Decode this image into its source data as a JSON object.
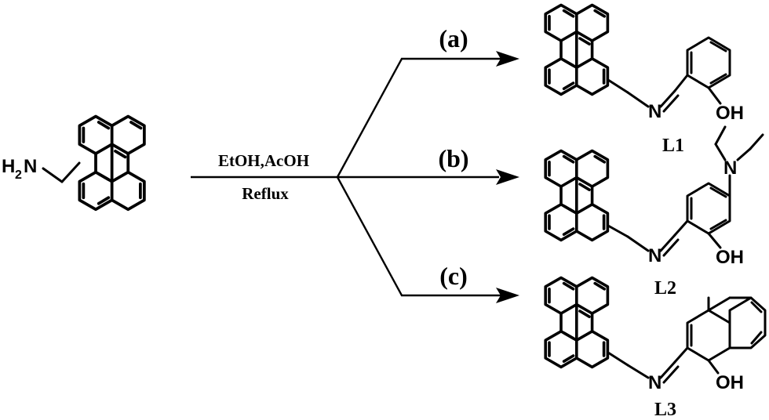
{
  "reagent": {
    "amine_left": "H",
    "amine_sub": "2",
    "amine_right": "N"
  },
  "conditions": {
    "solvent": "EtOH,AcOH",
    "mode": "Reflux"
  },
  "steps": {
    "a": "(a)",
    "b": "(b)",
    "c": "(c)"
  },
  "atoms": {
    "l1_n": "N",
    "l1_oh": "OH",
    "l2_n": "N",
    "l2_oh": "OH",
    "l2_amine_n": "N",
    "l3_n": "N",
    "l3_oh": "OH"
  },
  "products": {
    "l1": "L1",
    "l2": "L2",
    "l3": "L3"
  }
}
